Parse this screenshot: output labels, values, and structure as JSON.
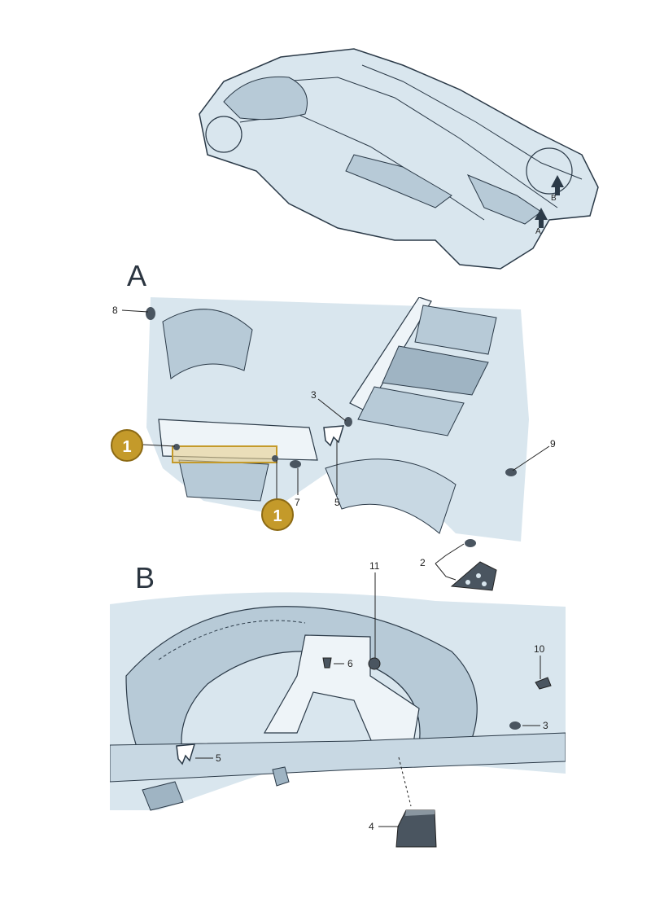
{
  "views": {
    "overview": {
      "labels": [
        "A",
        "B"
      ]
    },
    "view_a": {
      "letter": "A",
      "callouts": [
        "8",
        "3",
        "5",
        "7",
        "9",
        "2"
      ],
      "highlight_badges": [
        "1",
        "1"
      ]
    },
    "view_b": {
      "letter": "B",
      "callouts": [
        "11",
        "6",
        "10",
        "3",
        "5",
        "4"
      ]
    }
  },
  "colors": {
    "body": "#d9e6ee",
    "line": "#2b3a48",
    "shade": "#b7cad7",
    "dark_part": "#4a5560",
    "highlight": "#c49a2a"
  }
}
